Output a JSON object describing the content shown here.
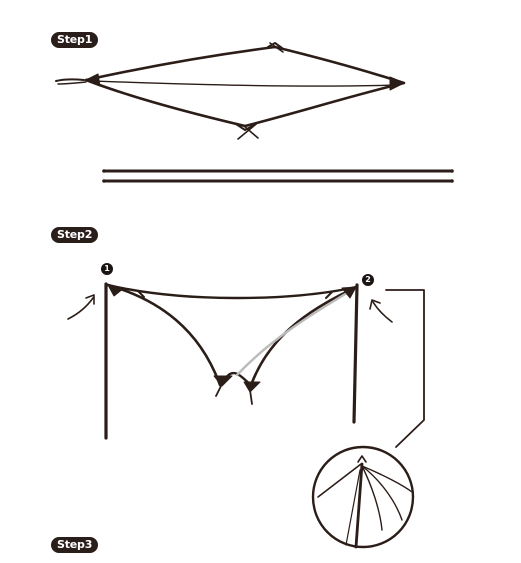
{
  "steps": [
    {
      "label": "Step1"
    },
    {
      "label": "Step2"
    },
    {
      "label": "Step3"
    }
  ],
  "markers": [
    {
      "label": "1"
    },
    {
      "label": "2"
    }
  ],
  "colors": {
    "badge": "#2a1e1a",
    "line": "#2b1d18",
    "hidden_edge": "#bbbbbb"
  }
}
